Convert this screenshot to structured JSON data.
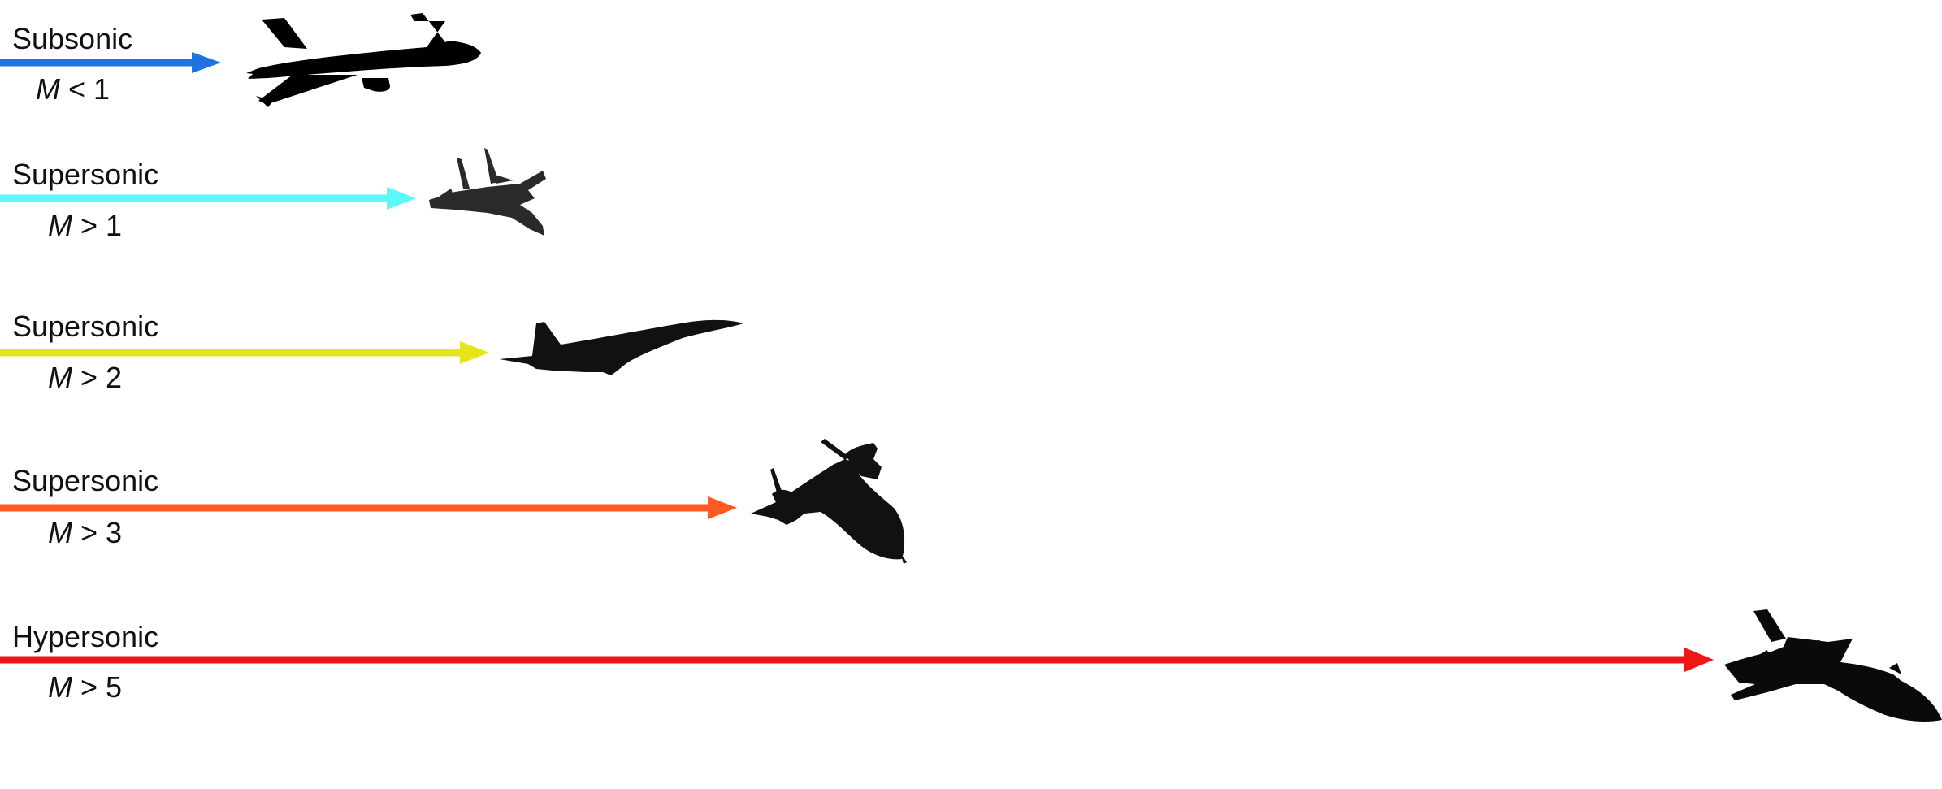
{
  "regimes": [
    {
      "id": "subsonic",
      "name": "Subsonic",
      "mach_symbol": "M",
      "mach_relation": " < 1",
      "color": "#1f73e0",
      "aircraft_icon": "airliner-icon"
    },
    {
      "id": "mach1",
      "name": "Supersonic",
      "mach_symbol": "M",
      "mach_relation": " > 1",
      "color": "#5cf7f7",
      "aircraft_icon": "fighter-jet-icon"
    },
    {
      "id": "mach2",
      "name": "Supersonic",
      "mach_symbol": "M",
      "mach_relation": " > 2",
      "color": "#e5e51e",
      "aircraft_icon": "concorde-icon"
    },
    {
      "id": "mach3",
      "name": "Supersonic",
      "mach_symbol": "M",
      "mach_relation": " > 3",
      "color": "#ff5a24",
      "aircraft_icon": "sr71-blackbird-icon"
    },
    {
      "id": "hypersonic",
      "name": "Hypersonic",
      "mach_symbol": "M",
      "mach_relation": " > 5",
      "color": "#f01616",
      "aircraft_icon": "spaceplane-icon"
    }
  ]
}
